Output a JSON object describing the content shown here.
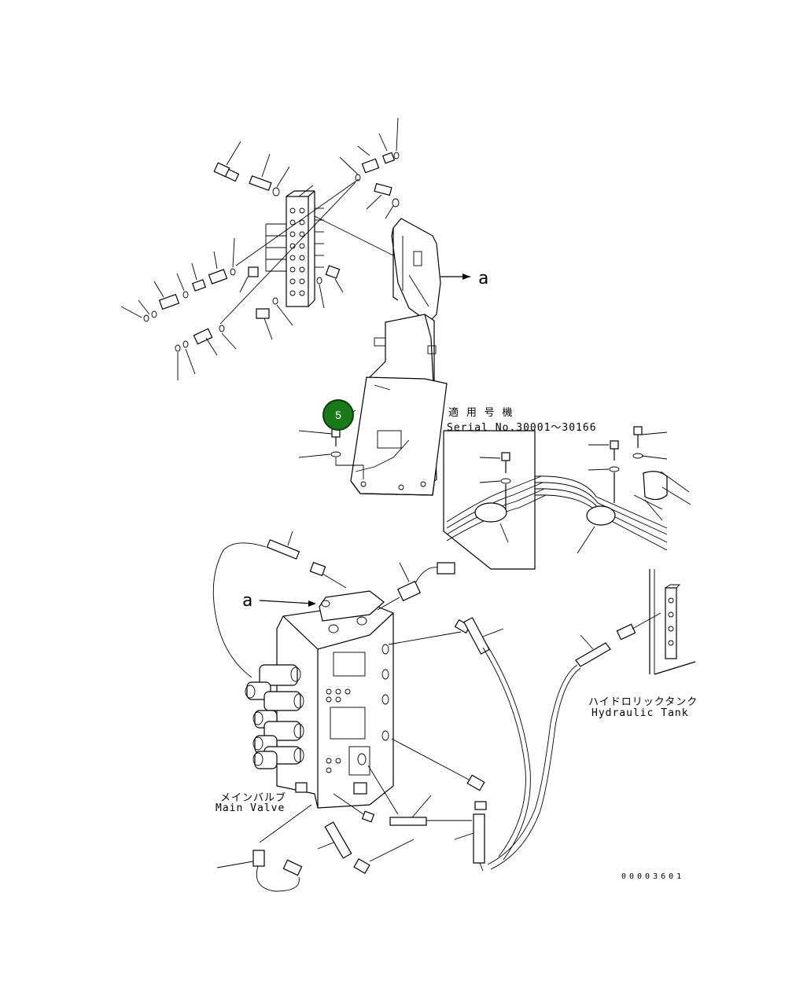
{
  "labels": {
    "view_ref_top": "a",
    "view_ref_valve": "a",
    "serial_jp": "適 用 号 機",
    "serial_en": "Serial No.30001～30166",
    "tank_jp": "ハイドロリックタンク",
    "tank_en": "Hydraulic Tank",
    "valve_jp": "メインバルブ",
    "valve_en": "Main Valve",
    "drawing_number": "00003601"
  },
  "callouts": [
    {
      "number": "5",
      "color": "#1a7a1a"
    }
  ]
}
